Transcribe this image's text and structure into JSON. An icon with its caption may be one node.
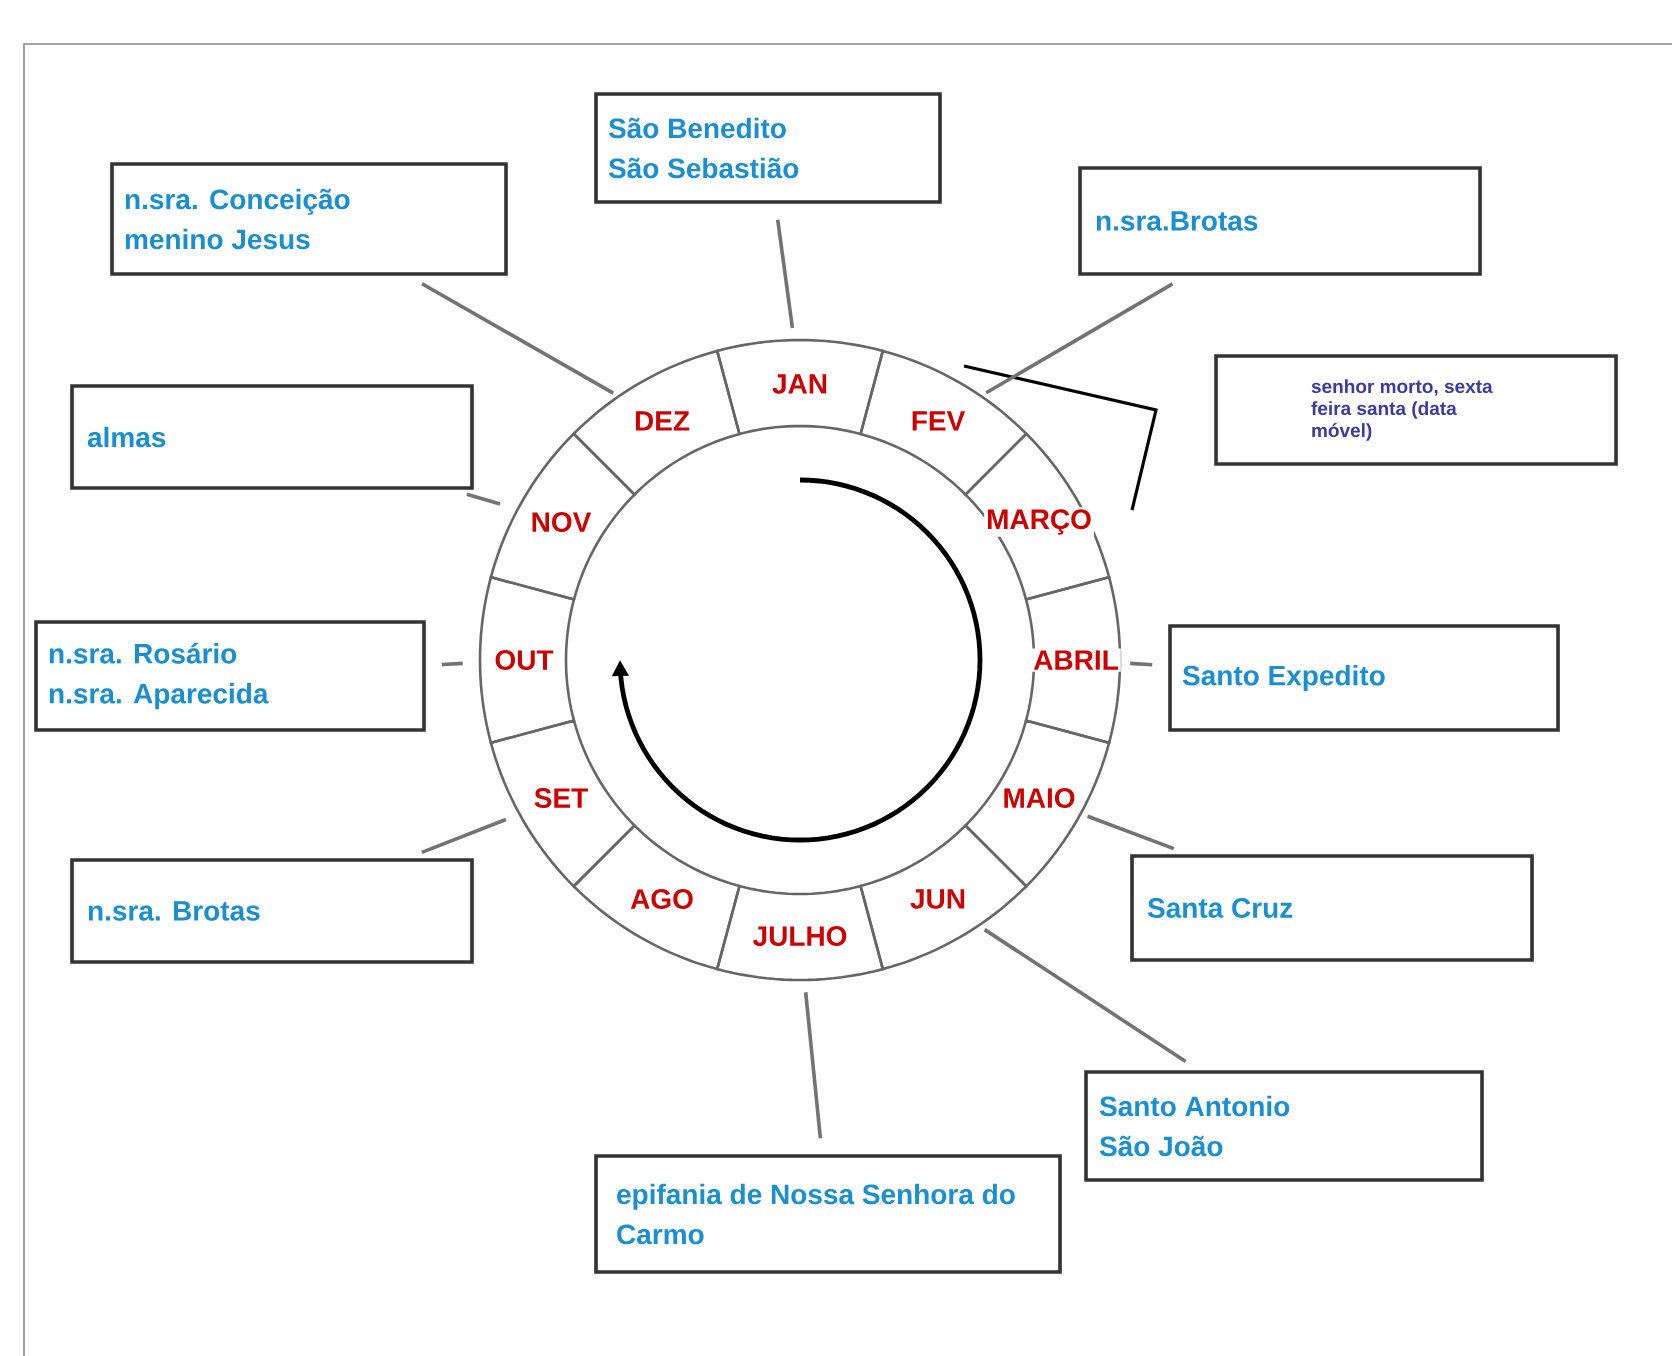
{
  "diagram": {
    "nodes": [
      {
        "text": [
          "JAN"
        ]
      },
      {
        "text": [
          "FEV"
        ]
      },
      {
        "text": [
          "MARÇO"
        ]
      },
      {
        "text": [
          "ABRIL"
        ]
      },
      {
        "text": [
          "MAIO"
        ]
      },
      {
        "text": [
          "JUN"
        ]
      },
      {
        "text": [
          "JULHO"
        ]
      },
      {
        "text": [
          "AGO"
        ]
      },
      {
        "text": [
          "SET"
        ]
      },
      {
        "text": [
          "OUT"
        ]
      },
      {
        "text": [
          "NOV"
        ]
      },
      {
        "text": [
          "DEZ"
        ]
      },
      {
        "text": [
          "São Benedito",
          "São Sebastião"
        ]
      },
      {
        "text": [
          "n.sra. Conceição",
          "menino Jesus"
        ]
      },
      {
        "text": [
          "n.sra.Brotas"
        ]
      },
      {
        "text": [
          "senhor morto, sexta feira santa (data móvel)"
        ]
      },
      {
        "text": [
          "almas"
        ]
      },
      {
        "text": [
          "n.sra. Rosário",
          "n.sra. Aparecida"
        ]
      },
      {
        "text": [
          "Santo Expedito"
        ]
      },
      {
        "text": [
          "n.sra. Brotas"
        ]
      },
      {
        "text": [
          "Santa Cruz"
        ]
      },
      {
        "text": [
          "Santo Antonio",
          "São João"
        ]
      },
      {
        "text": [
          "epifania de Nossa Senhora do Carmo"
        ]
      }
    ],
    "edges": [
      {
        "from": 0,
        "to": 12,
        "arrow": "none"
      },
      {
        "from": 11,
        "to": 13,
        "arrow": "none"
      },
      {
        "from": 1,
        "to": 14,
        "arrow": "none"
      },
      {
        "from": 10,
        "to": 16,
        "arrow": "none"
      },
      {
        "from": 9,
        "to": 17,
        "arrow": "none"
      },
      {
        "from": 3,
        "to": 18,
        "arrow": "none"
      },
      {
        "from": 8,
        "to": 19,
        "arrow": "none"
      },
      {
        "from": 4,
        "to": 20,
        "arrow": "none"
      },
      {
        "from": 5,
        "to": 21,
        "arrow": "none"
      },
      {
        "from": 6,
        "to": 22,
        "arrow": "none"
      }
    ]
  }
}
